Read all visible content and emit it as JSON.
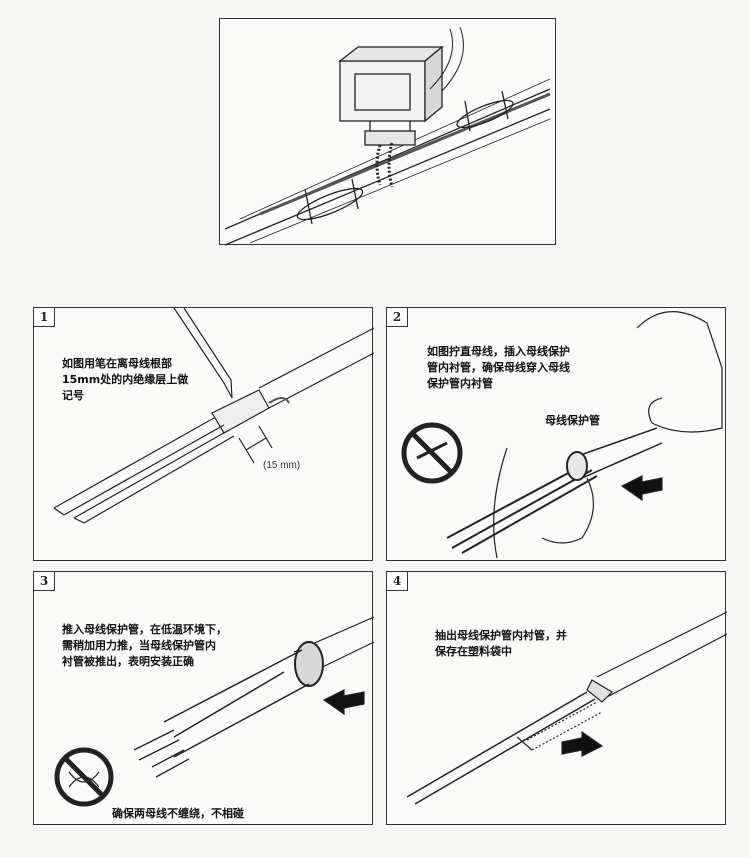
{
  "panels": [
    {
      "number": "1",
      "caption": "如图用笔在离母线根部\n15mm处的内绝缘层上做\n记号",
      "dimension": "(15 mm)"
    },
    {
      "number": "2",
      "caption": "如图拧直母线，插入母线保护\n管内衬管，确保母线穿入母线\n保护管内衬管",
      "tube_label": "母线保护管"
    },
    {
      "number": "3",
      "caption": "推入母线保护管，在低温环境下，\n需稍加用力推，当母线保护管内\n衬管被推出，表明安装正确",
      "warning": "确保两母线不缠绕，不相碰"
    },
    {
      "number": "4",
      "caption": "抽出母线保护管内衬管，并\n保存在塑料袋中"
    }
  ],
  "colors": {
    "line": "#222222",
    "paper": "#fbfbfa",
    "shade": "#cfcfcf"
  }
}
